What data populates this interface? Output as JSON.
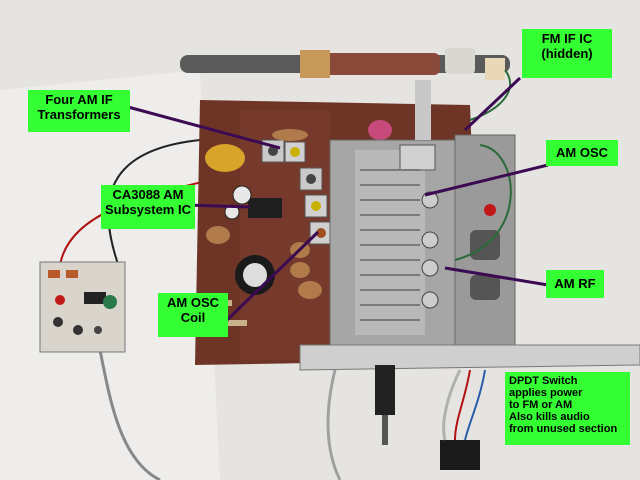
{
  "labels": {
    "fm_if_ic": "FM IF IC\n(hidden)",
    "four_am_if": "Four AM IF\nTransformers",
    "am_osc": "AM OSC",
    "ca3088": "CA3088 AM\nSubsystem IC",
    "am_rf": "AM RF",
    "am_osc_coil": "AM OSC\nCoil",
    "dpdt_switch": "DPDT Switch\napplies power\nto FM or AM\nAlso kills audio\nfrom unused section"
  },
  "colors": {
    "label_bg": "#33ff33",
    "leader_line": "#3b0a52",
    "board": "#6e3526",
    "chassis": "#9a9a9a"
  }
}
